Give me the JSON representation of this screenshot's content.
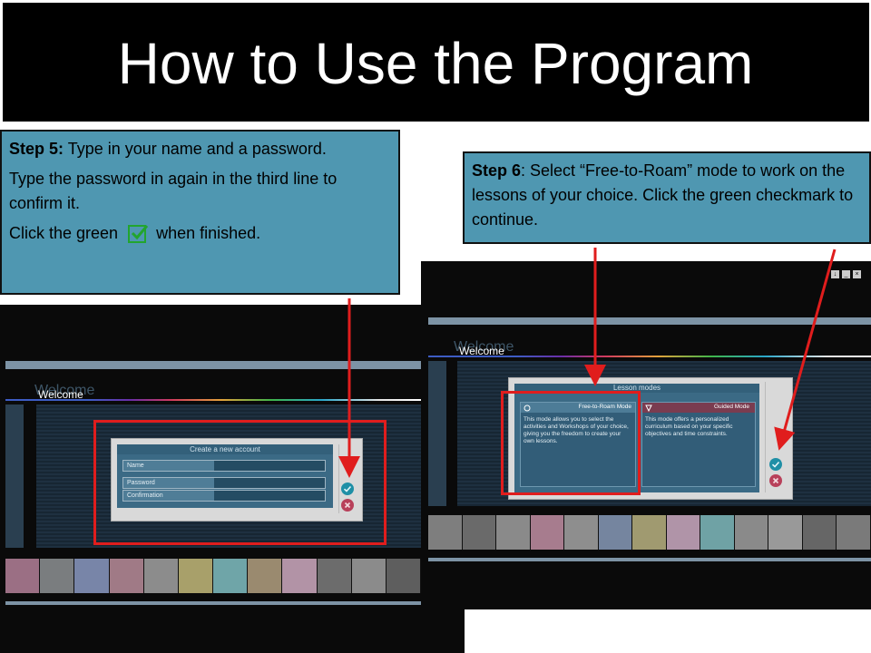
{
  "slide": {
    "title": "How to Use the Program"
  },
  "callout_step5": {
    "step_label": "Step 5:",
    "line1": " Type in your name and a password.",
    "line2": "Type the password in again in the third line to confirm it.",
    "line3_before": "Click the green",
    "line3_after": "when finished.",
    "checkbox_icon": "checkbox-checked-icon"
  },
  "callout_step6": {
    "step_label": "Step 6",
    "text": ": Select “Free-to-Roam” mode to work on the lessons of your choice. Click the green checkmark to continue."
  },
  "screen_left": {
    "welcome_label": "Welcome",
    "welcome_ghost": "Welcome",
    "dialog_title": "Create a new account",
    "fields": [
      {
        "label": "Name"
      },
      {
        "label": "Password"
      },
      {
        "label": "Confirmation"
      }
    ],
    "confirm_icon": "check-icon",
    "cancel_icon": "close-icon"
  },
  "screen_right": {
    "welcome_label": "Welcome",
    "welcome_ghost": "Welcome",
    "dialog_title": "Lesson modes",
    "window_buttons": [
      "↓",
      "_",
      "×"
    ],
    "modes": [
      {
        "name": "Free-to-Roam Mode",
        "description": "This mode allows you to select the activities and Workshops of your choice, giving you the freedom to create your own lessons."
      },
      {
        "name": "Guided Mode",
        "description": "This mode offers a personalized curriculum based on your specific objectives and time constraints."
      }
    ],
    "confirm_icon": "check-icon",
    "cancel_icon": "close-icon"
  },
  "colors": {
    "callout_bg": "#4f97b1",
    "annotation_red": "#e01d1d",
    "check_green": "#22a52e",
    "confirm_button": "#1f8fa6",
    "cancel_button": "#b8405a"
  }
}
